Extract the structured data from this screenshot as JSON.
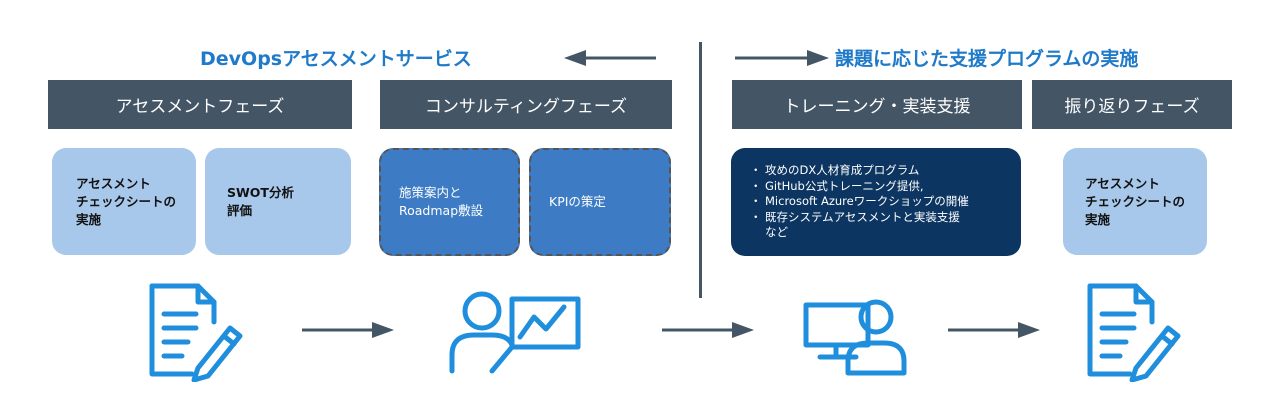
{
  "header": {
    "left_title": "DevOpsアセスメントサービス",
    "right_title": "課題に応じた支援プログラムの実施"
  },
  "phases": [
    {
      "label": "アセスメントフェーズ"
    },
    {
      "label": "コンサルティングフェーズ"
    },
    {
      "label": "トレーニング・実装支援"
    },
    {
      "label": "振り返りフェーズ"
    }
  ],
  "cards": {
    "assessment_check": "アセスメント\nチェックシートの\n実施",
    "swot": "SWOT分析\n評価",
    "roadmap": "施策案内と\nRoadmap敷設",
    "kpi": "KPIの策定",
    "training_items": [
      "攻めのDX人材育成プログラム",
      "GitHub公式トレーニング提供,",
      "Microsoft Azureワークショップの開催",
      "既存システムアセスメントと実装支援\nなど"
    ],
    "review_check": "アセスメント\nチェックシートの\n実施"
  },
  "icons": {
    "document": "document-pencil-icon",
    "presenter": "presenter-chart-icon",
    "computer_user": "computer-user-icon"
  },
  "colors": {
    "accent": "#1f7ac9",
    "phase_bar": "#445566",
    "light_card": "#a7c8ea",
    "dashed_card": "#3d7cc4",
    "dark_card": "#0d3561"
  }
}
